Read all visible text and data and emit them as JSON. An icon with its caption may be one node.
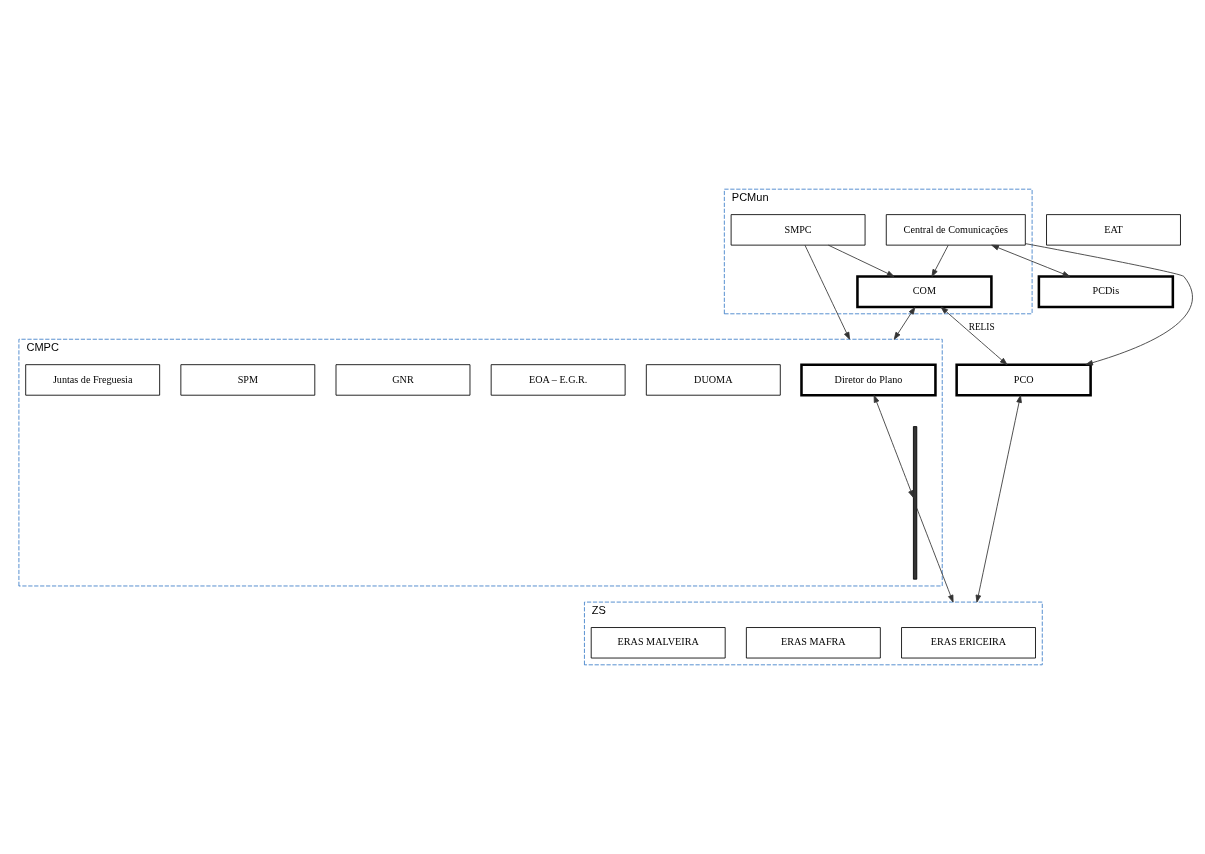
{
  "diagram": {
    "nodes": [
      {
        "text": [
          "PCMun"
        ]
      },
      {
        "text": [
          "COM"
        ],
        "in": 0
      },
      {
        "text": [
          "SMPC"
        ],
        "in": 0
      },
      {
        "text": [
          "Central de Comunicações"
        ],
        "in": 0
      },
      {
        "text": [
          "PCDis"
        ]
      },
      {
        "text": [
          "CMPC"
        ]
      },
      {
        "text": [
          "Diretor do Plano"
        ],
        "in": 5
      },
      {
        "text": [
          "DUOMA"
        ],
        "in": 5
      },
      {
        "text": [
          "EOA – E.G.R."
        ],
        "in": 5
      },
      {
        "text": [
          "GNR"
        ],
        "in": 5
      },
      {
        "text": [
          "SPM"
        ],
        "in": 5
      },
      {
        "text": [
          "Juntas de Freguesia"
        ],
        "in": 5
      },
      {
        "text": [],
        "shape": "bar",
        "in": 5
      },
      {
        "text": [
          "PCO"
        ]
      },
      {
        "text": [
          "ZS"
        ]
      },
      {
        "text": [
          "ERAS ERICEIRA"
        ],
        "in": 14
      },
      {
        "text": [
          "ERAS MAFRA"
        ],
        "in": 14
      },
      {
        "text": [
          "ERAS MALVEIRA"
        ],
        "in": 14
      },
      {
        "text": [
          "EAT"
        ]
      }
    ],
    "edges": [
      {
        "from": 1,
        "to": 5,
        "arrow": "both"
      },
      {
        "from": 2,
        "to": 1,
        "arrow": "to"
      },
      {
        "from": 2,
        "to": 5,
        "arrow": "to"
      },
      {
        "from": 1,
        "to": 13,
        "arrow": "both",
        "label": "RELIS"
      },
      {
        "from": 3,
        "to": 1,
        "arrow": "to"
      },
      {
        "from": 3,
        "to": 13,
        "arrow": "to"
      },
      {
        "from": 3,
        "to": 4,
        "arrow": "both"
      },
      {
        "from": 6,
        "to": 12,
        "arrow": "both"
      },
      {
        "from": 13,
        "to": 14,
        "arrow": "both"
      },
      {
        "from": 12,
        "to": 14,
        "arrow": "to"
      }
    ]
  }
}
